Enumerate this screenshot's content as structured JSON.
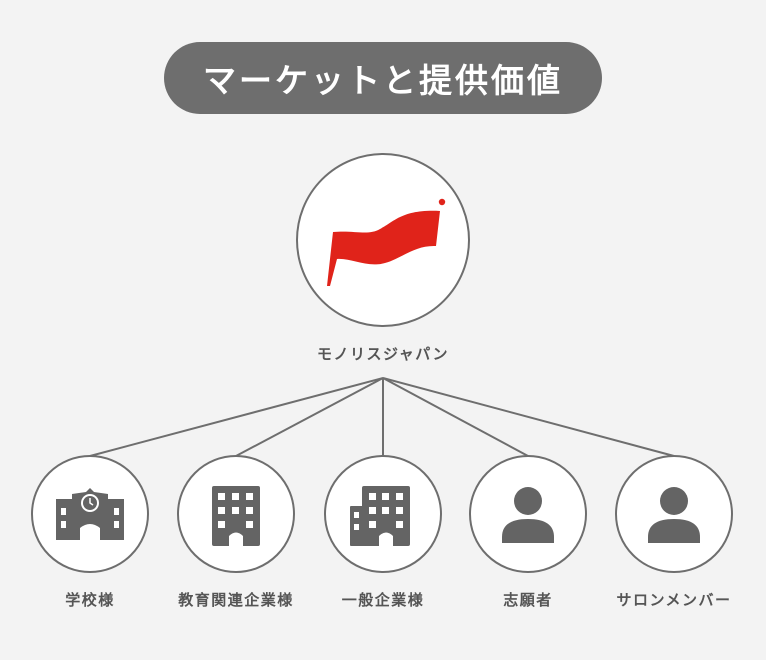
{
  "title": "マーケットと提供価値",
  "colors": {
    "background": "#f3f3f3",
    "title_pill": "#6e6e6e",
    "circle_stroke": "#6e6e6e",
    "icon": "#646464",
    "logo_red": "#e0231a",
    "label_text": "#555555"
  },
  "root": {
    "name": "モノリスジャパン",
    "icon": "monolith-japan-flag-logo"
  },
  "children": [
    {
      "name": "学校様",
      "icon": "school-building-icon"
    },
    {
      "name": "教育関連企業様",
      "icon": "office-building-icon"
    },
    {
      "name": "一般企業様",
      "icon": "company-building-icon"
    },
    {
      "name": "志願者",
      "icon": "person-icon"
    },
    {
      "name": "サロンメンバー",
      "icon": "person-icon"
    }
  ]
}
